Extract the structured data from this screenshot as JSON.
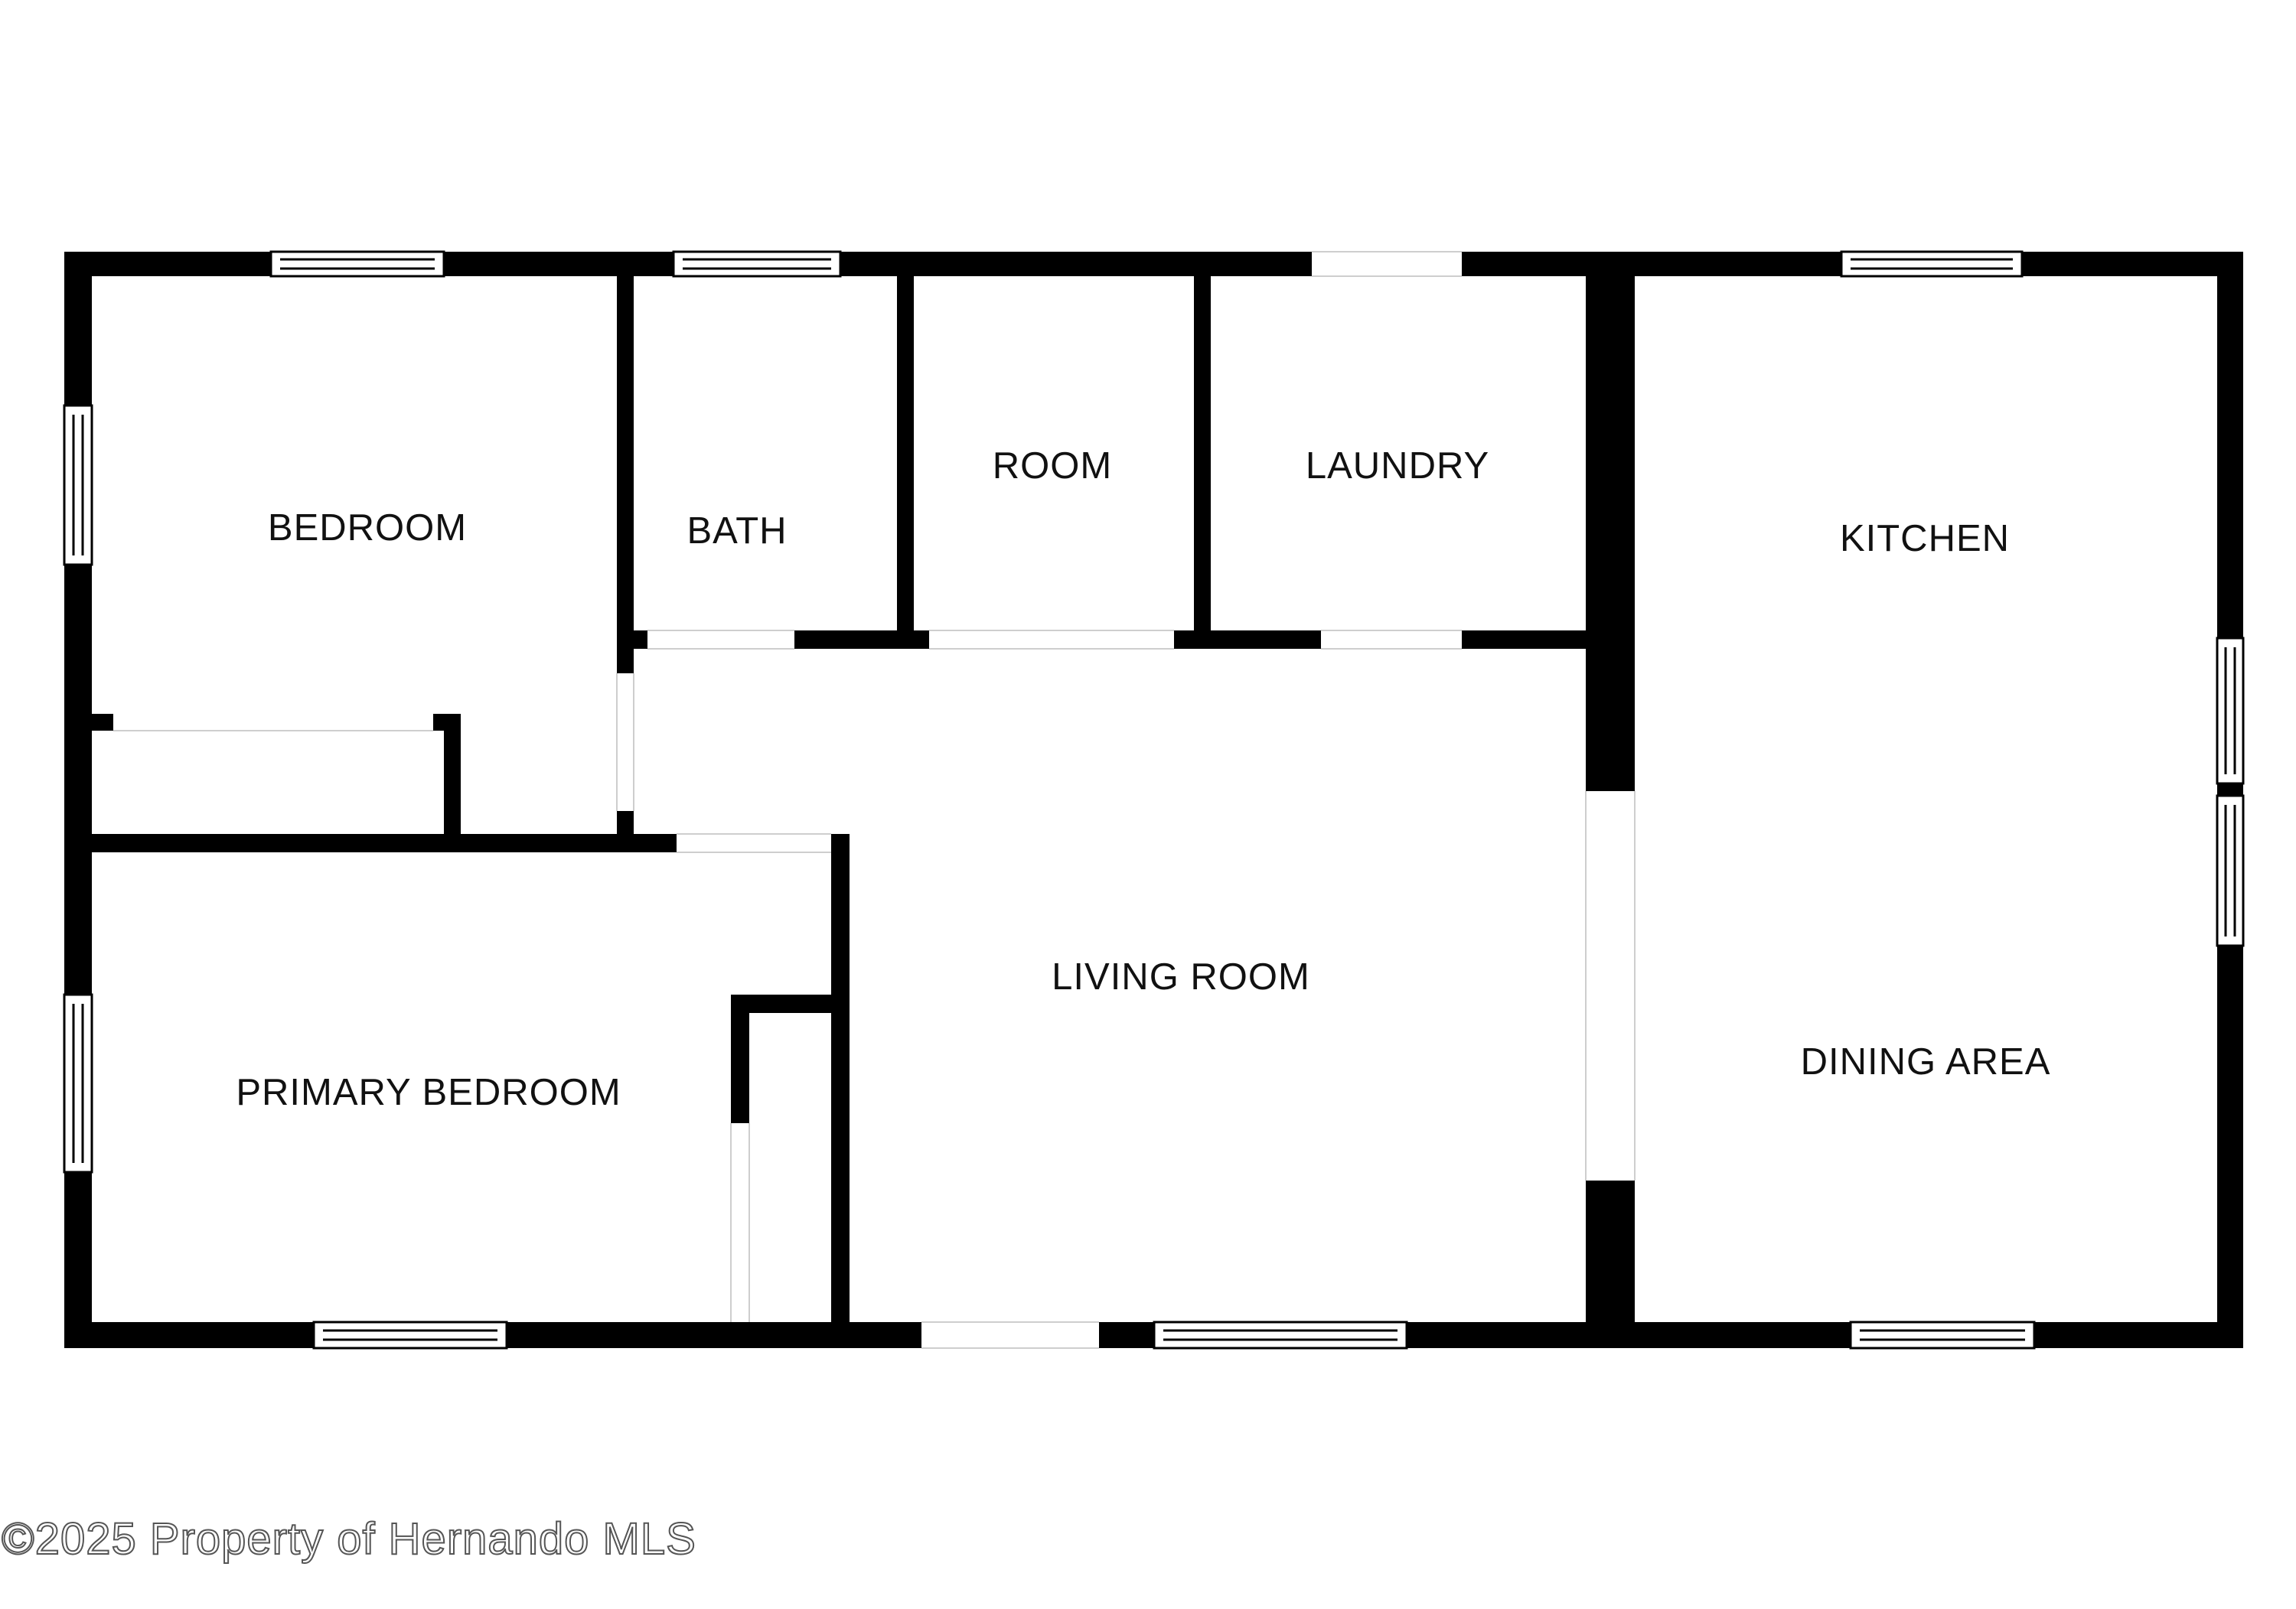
{
  "rooms": {
    "bedroom": "BEDROOM",
    "bath": "BATH",
    "room": "ROOM",
    "laundry": "LAUNDRY",
    "kitchen": "KITCHEN",
    "living_room": "LIVING ROOM",
    "primary_bedroom": "PRIMARY BEDROOM",
    "dining_area": "DINING AREA"
  },
  "watermark": "©2025 Property of Hernando MLS",
  "colors": {
    "walls": "#000000",
    "background": "#ffffff"
  }
}
